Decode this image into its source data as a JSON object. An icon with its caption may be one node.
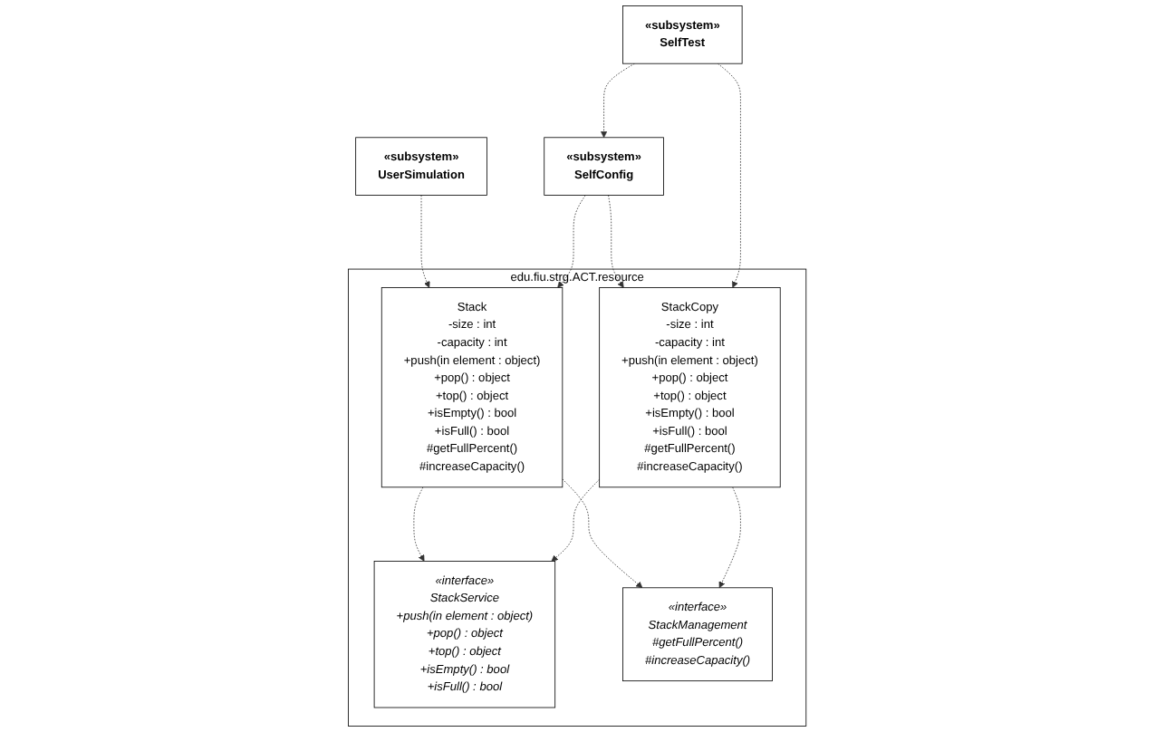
{
  "diagram": {
    "nodes": [
      {
        "text": [
          "edu.fiu.strg.ACT.resource"
        ]
      },
      {
        "text": [
          "Stack",
          "-size : int",
          "-capacity : int",
          "+push(in element : object)",
          "+pop() : object",
          "+top() : object",
          "+isEmpty() : bool",
          "+isFull() : bool",
          "#getFullPercent()",
          "#increaseCapacity()"
        ],
        "in": 0
      },
      {
        "text": [
          "«interface»",
          "StackService",
          "+push(in element : object)",
          "+pop() : object",
          "+top() : object",
          "+isEmpty() : bool",
          "+isFull() : bool"
        ],
        "in": 0
      },
      {
        "text": [
          "StackCopy",
          "-size : int",
          "-capacity : int",
          "+push(in element : object)",
          "+pop() : object",
          "+top() : object",
          "+isEmpty() : bool",
          "+isFull() : bool",
          "#getFullPercent()",
          "#increaseCapacity()"
        ],
        "in": 0
      },
      {
        "text": [
          "«interface»",
          "StackManagement",
          "#getFullPercent()",
          "#increaseCapacity()"
        ],
        "in": 0
      },
      {
        "text": [
          "«subsystem»",
          "UserSimulation"
        ]
      },
      {
        "text": [
          "«subsystem»",
          "SelfConfig"
        ]
      },
      {
        "text": [
          "«subsystem»",
          "SelfTest"
        ]
      }
    ],
    "edges": [
      {
        "from": 1,
        "to": 2,
        "arrow": "to",
        "style": "dashed"
      },
      {
        "from": 1,
        "to": 4,
        "arrow": "to",
        "style": "dashed"
      },
      {
        "from": 3,
        "to": 2,
        "arrow": "to",
        "style": "dashed"
      },
      {
        "from": 3,
        "to": 4,
        "arrow": "to",
        "style": "dashed"
      },
      {
        "from": 5,
        "to": 1,
        "arrow": "to",
        "style": "dashed"
      },
      {
        "from": 6,
        "to": 1,
        "arrow": "to",
        "style": "dashed"
      },
      {
        "from": 6,
        "to": 3,
        "arrow": "to",
        "style": "dashed"
      },
      {
        "from": 7,
        "to": 3,
        "arrow": "to",
        "style": "dashed"
      },
      {
        "from": 7,
        "to": 6,
        "arrow": "to",
        "style": "dashed"
      }
    ]
  }
}
